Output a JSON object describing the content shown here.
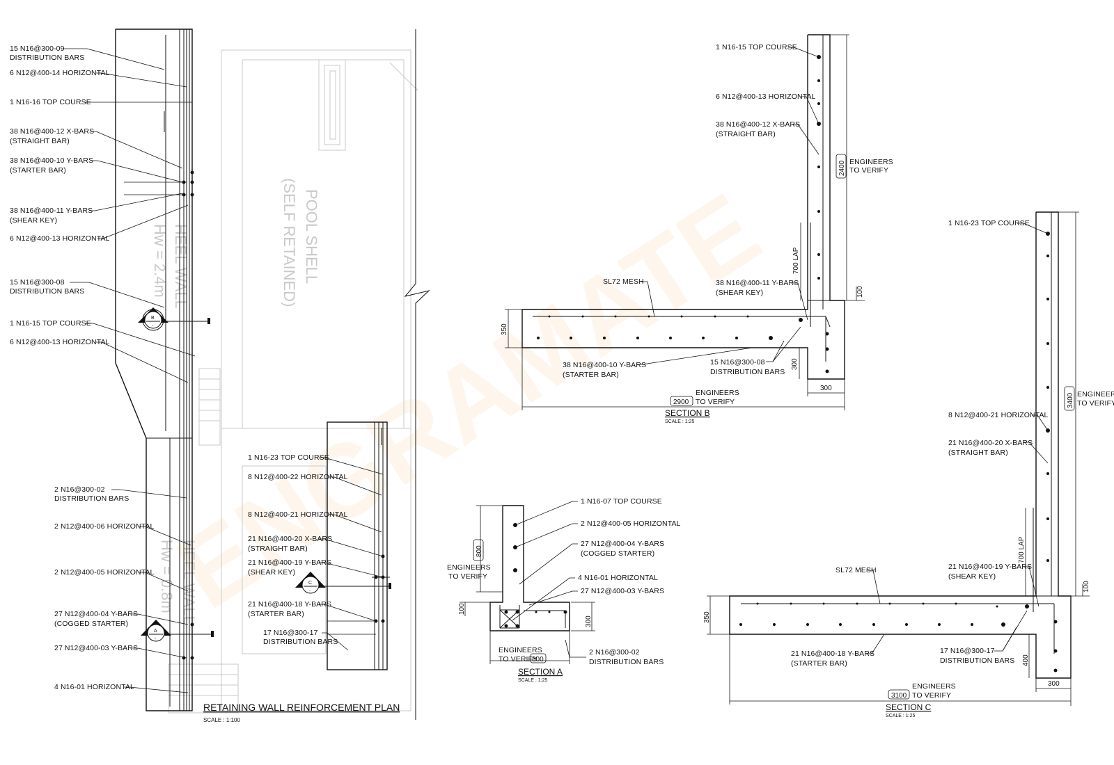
{
  "watermark": "ENGRAMATE",
  "plan": {
    "title": "RETAINING WALL REINFORCEMENT PLAN",
    "scale": "SCALE : 1:100",
    "pool_text_1": "POOL SHELL",
    "pool_text_2": "(SELF RETAINED)",
    "heel_upper_1": "HEEL WALL",
    "heel_upper_2": "Hw = 2.4m",
    "heel_lower_1": "HEEL WALL",
    "heel_lower_2": "Hw = 0.8m",
    "callouts": {
      "c1": "15 N16@300-09",
      "c1b": "DISTRIBUTION BARS",
      "c2": "6 N12@400-14 HORIZONTAL",
      "c3": "1 N16-16 TOP COURSE",
      "c4": "38 N16@400-12 X-BARS",
      "c4b": "(STRAIGHT BAR)",
      "c5": "38 N16@400-10 Y-BARS",
      "c5b": "(STARTER BAR)",
      "c6": "38 N16@400-11 Y-BARS",
      "c6b": "(SHEAR KEY)",
      "c7": "6 N12@400-13 HORIZONTAL",
      "c8": "15 N16@300-08",
      "c8b": "DISTRIBUTION BARS",
      "c9": "1 N16-15 TOP COURSE",
      "c10": "6 N12@400-13 HORIZONTAL",
      "c11": "2 N16@300-02",
      "c11b": "DISTRIBUTION BARS",
      "c12": "2 N12@400-06 HORIZONTAL",
      "c13": "2 N12@400-05 HORIZONTAL",
      "c14": "27 N12@400-04 Y-BARS",
      "c14b": "(COGGED STARTER)",
      "c15": "27 N12@400-03 Y-BARS",
      "c16": "4 N16-01 HORIZONTAL",
      "c17": "1 N16-23 TOP COURSE",
      "c18": "8 N12@400-22 HORIZONTAL",
      "c19": "8 N12@400-21 HORIZONTAL",
      "c20": "21 N16@400-20 X-BARS",
      "c20b": "(STRAIGHT BAR)",
      "c21": "21 N16@400-19 Y-BARS",
      "c21b": "(SHEAR KEY)",
      "c22": "21 N16@400-18 Y-BARS",
      "c22b": "(STARTER BAR)",
      "c23": "17 N16@300-17",
      "c23b": "DISTRIBUTION BARS"
    },
    "markers": {
      "b": "B",
      "c": "C",
      "a": "A",
      "dash": "-"
    }
  },
  "section_b": {
    "title": "SECTION B",
    "scale": "SCALE : 1:25",
    "c1": "1 N16-15 TOP COURSE",
    "c2": "6 N12@400-13 HORIZONTAL",
    "c3": "38 N16@400-12 X-BARS",
    "c3b": "(STRAIGHT BAR)",
    "c4": "SL72 MESH",
    "c5": "38 N16@400-11 Y-BARS",
    "c5b": "(SHEAR KEY)",
    "c6": "38 N16@400-10 Y-BARS",
    "c6b": "(STARTER BAR)",
    "c7": "15 N16@300-08",
    "c7b": "DISTRIBUTION BARS",
    "dim_height": "2400",
    "dim_lap": "700 LAP",
    "dim_100": "100",
    "dim_350": "350",
    "dim_300v": "300",
    "dim_300h": "300",
    "dim_width": "2900",
    "eng1": "ENGINEERS",
    "eng2": "TO VERIFY"
  },
  "section_a": {
    "title": "SECTION A",
    "scale": "SCALE : 1:25",
    "c1": "1 N16-07 TOP COURSE",
    "c2": "2 N12@400-05 HORIZONTAL",
    "c3": "27 N12@400-04 Y-BARS",
    "c3b": "(COGGED STARTER)",
    "c4": "4 N16-01 HORIZONTAL",
    "c5": "27 N12@400-03 Y-BARS",
    "c6": "2 N16@300-02",
    "c6b": "DISTRIBUTION BARS",
    "dim_800v": "800",
    "dim_100": "100",
    "dim_300": "300",
    "dim_800h": "800",
    "eng1": "ENGINEERS",
    "eng2": "TO VERIFY"
  },
  "section_c": {
    "title": "SECTION C",
    "scale": "SCALE : 1:25",
    "c1": "1 N16-23 TOP COURSE",
    "c2": "8 N12@400-21 HORIZONTAL",
    "c3": "21 N16@400-20 X-BARS",
    "c3b": "(STRAIGHT BAR)",
    "c4": "SL72 MESH",
    "c5": "21 N16@400-19 Y-BARS",
    "c5b": "(SHEAR KEY)",
    "c6": "21 N16@400-18 Y-BARS",
    "c6b": "(STARTER BAR)",
    "c7": "17 N16@300-17",
    "c7b": "DISTRIBUTION BARS",
    "dim_height": "3400",
    "dim_lap": "700 LAP",
    "dim_100": "100",
    "dim_350": "350",
    "dim_400": "400",
    "dim_300": "300",
    "dim_width": "3100",
    "eng1": "ENGINEERS",
    "eng2": "TO VERIFY"
  }
}
